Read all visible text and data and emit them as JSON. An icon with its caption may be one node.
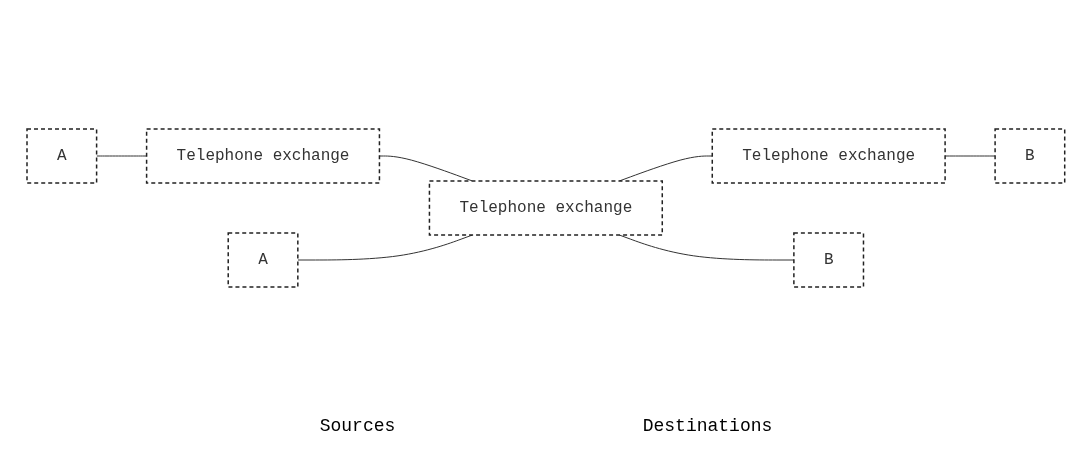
{
  "diagram": {
    "nodes": [
      {
        "text": [
          "A"
        ]
      },
      {
        "text": [
          "Telephone exchange"
        ]
      },
      {
        "text": [
          "Telephone exchange"
        ]
      },
      {
        "text": [
          "B"
        ]
      },
      {
        "text": [
          "Telephone exchange"
        ]
      },
      {
        "text": [
          "A"
        ]
      },
      {
        "text": [
          "B"
        ]
      }
    ],
    "edges": [
      {
        "from": 0,
        "to": 1,
        "arrow": "none"
      },
      {
        "from": 1,
        "to": 4,
        "arrow": "none"
      },
      {
        "from": 4,
        "to": 2,
        "arrow": "none"
      },
      {
        "from": 2,
        "to": 3,
        "arrow": "none"
      },
      {
        "from": 5,
        "to": 4,
        "arrow": "none"
      },
      {
        "from": 4,
        "to": 6,
        "arrow": "none"
      }
    ],
    "labels": [
      "Sources",
      "Destinations"
    ]
  }
}
